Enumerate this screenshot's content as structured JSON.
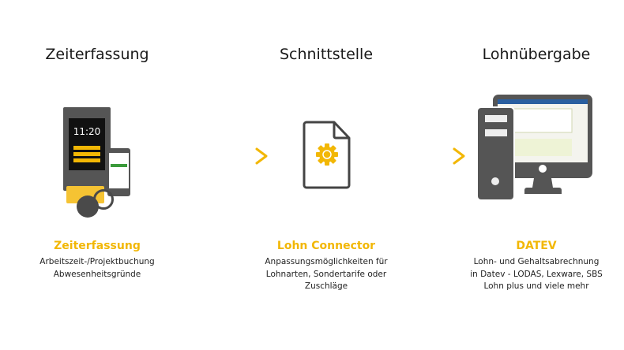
{
  "colors": {
    "accent": "#f2b705",
    "dark": "#555555"
  },
  "steps": [
    {
      "heading": "Zeiterfassung",
      "title": "Zeiterfassung",
      "lines": [
        "Arbeitszeit-/Projektbuchung",
        "Abwesenheitsgründe"
      ],
      "device_time": "11:20"
    },
    {
      "heading": "Schnittstelle",
      "title": "Lohn Connector",
      "lines": [
        "Anpassungsmöglichkeiten für",
        "Lohnarten, Sondertarife oder",
        "Zuschläge"
      ]
    },
    {
      "heading": "Lohnübergabe",
      "title": "DATEV",
      "lines": [
        "Lohn- und Gehaltsabrechnung",
        "in Datev - LODAS, Lexware, SBS",
        "Lohn plus und viele mehr"
      ]
    }
  ]
}
